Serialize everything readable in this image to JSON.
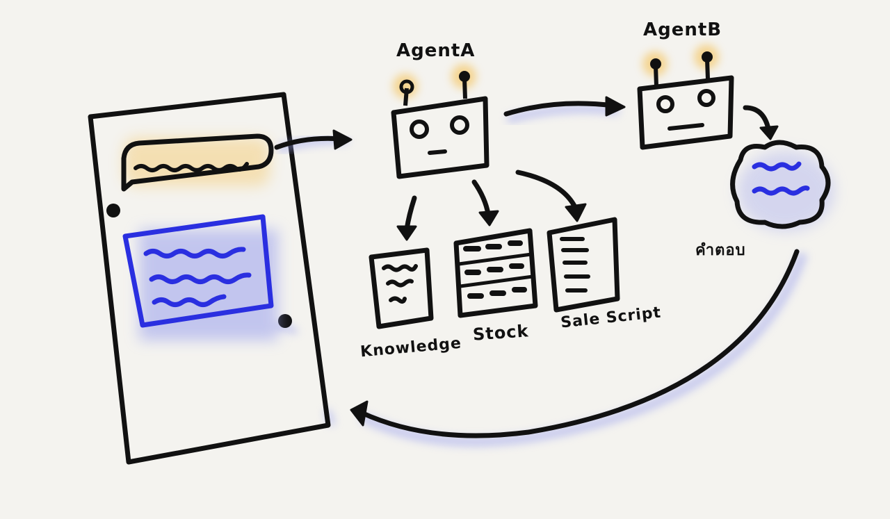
{
  "labels": {
    "agent_a": "AgentA",
    "agent_b": "AgentB",
    "knowledge": "Knowledge",
    "stock": "Stock",
    "sale_script": "Sale Script",
    "output": "คำตอบ"
  },
  "colors": {
    "ink": "#111111",
    "blue": "#2a2fe0",
    "blue_shadow": "#9aa0ee",
    "glow": "#f5c86a",
    "paper": "#f4f3ef"
  }
}
